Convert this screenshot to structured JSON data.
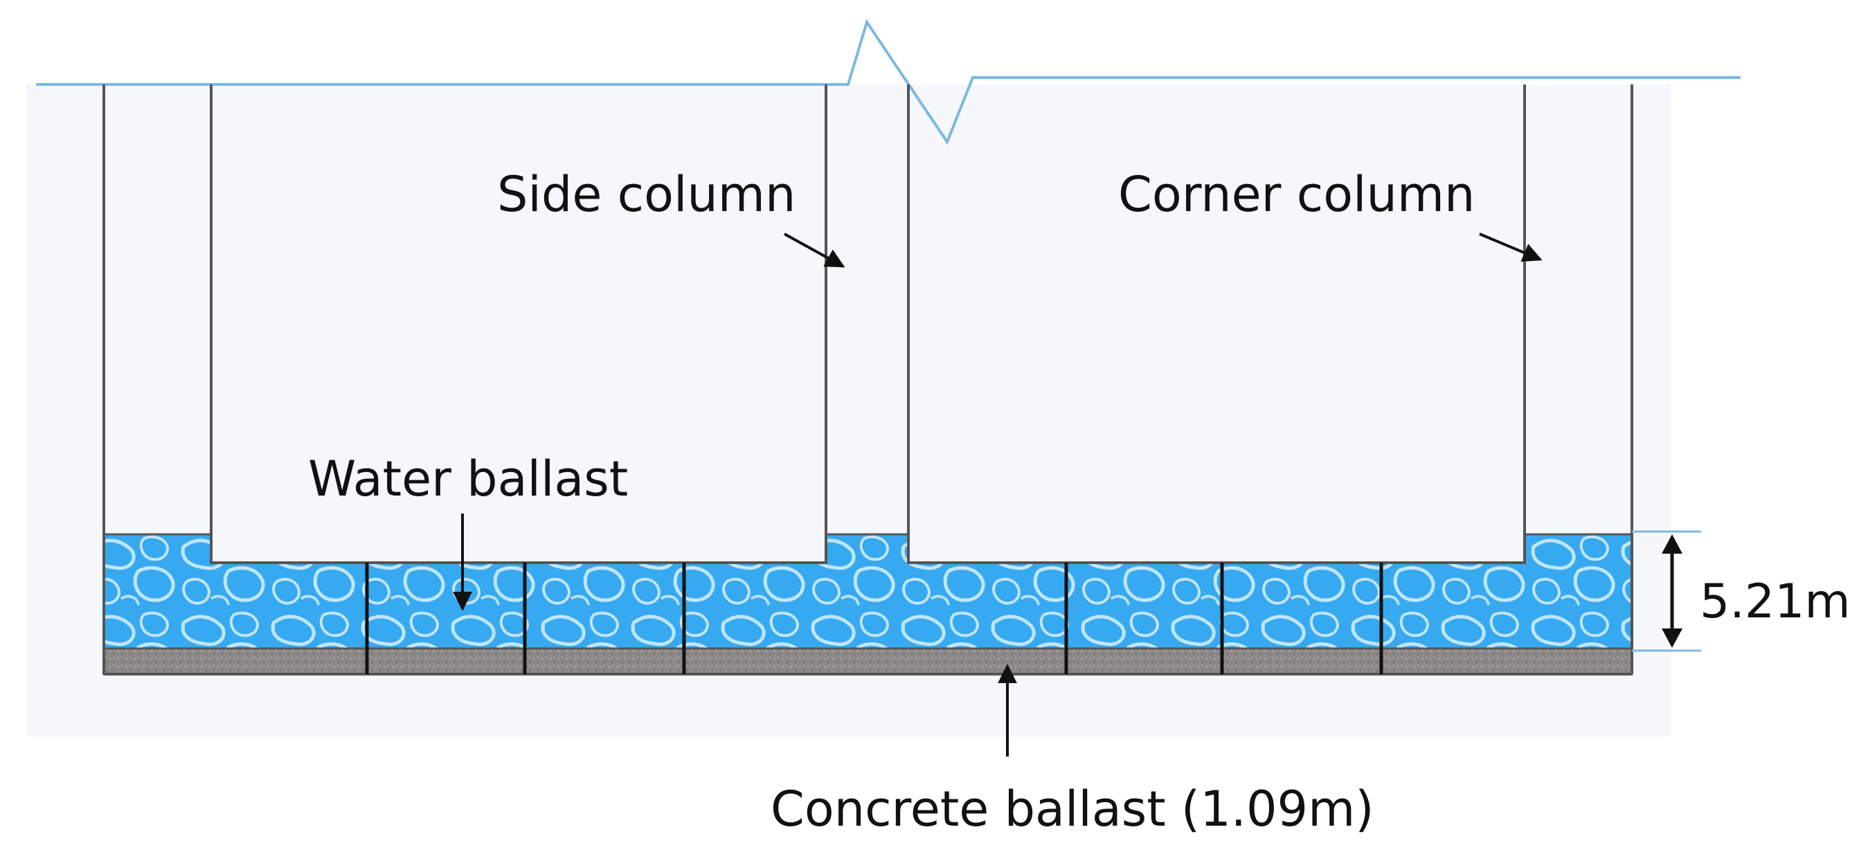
{
  "labels": {
    "side_column": "Side column",
    "corner_column": "Corner column",
    "water_ballast": "Water ballast",
    "height_dimension": "5.21m",
    "concrete_ballast": "Concrete ballast (1.09m)"
  },
  "colors": {
    "background_panel": "#f5f7fa",
    "waterline": "#7ab9e0",
    "water": "#37a9f0",
    "water_highlight": "#d9f1ff",
    "concrete": "#8b8985",
    "outline": "#555555",
    "text": "#111111"
  }
}
